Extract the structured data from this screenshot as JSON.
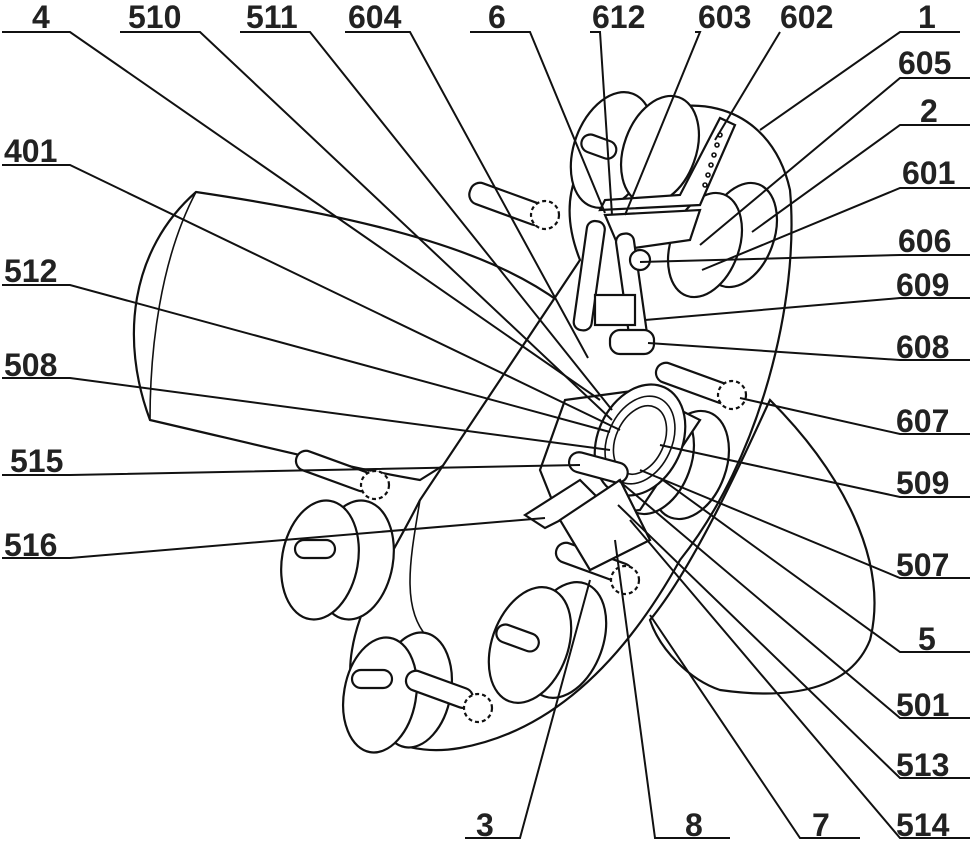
{
  "labels": {
    "l4": "4",
    "l510": "510",
    "l511": "511",
    "l604": "604",
    "l6": "6",
    "l612": "612",
    "l603": "603",
    "l602": "602",
    "l1": "1",
    "l605": "605",
    "l2": "2",
    "l601": "601",
    "l606": "606",
    "l609": "609",
    "l608": "608",
    "l607": "607",
    "l509": "509",
    "l507": "507",
    "l5": "5",
    "l501": "501",
    "l513": "513",
    "l514": "514",
    "l7": "7",
    "l8": "8",
    "l3": "3",
    "l401": "401",
    "l512": "512",
    "l508": "508",
    "l515": "515",
    "l516": "516"
  }
}
